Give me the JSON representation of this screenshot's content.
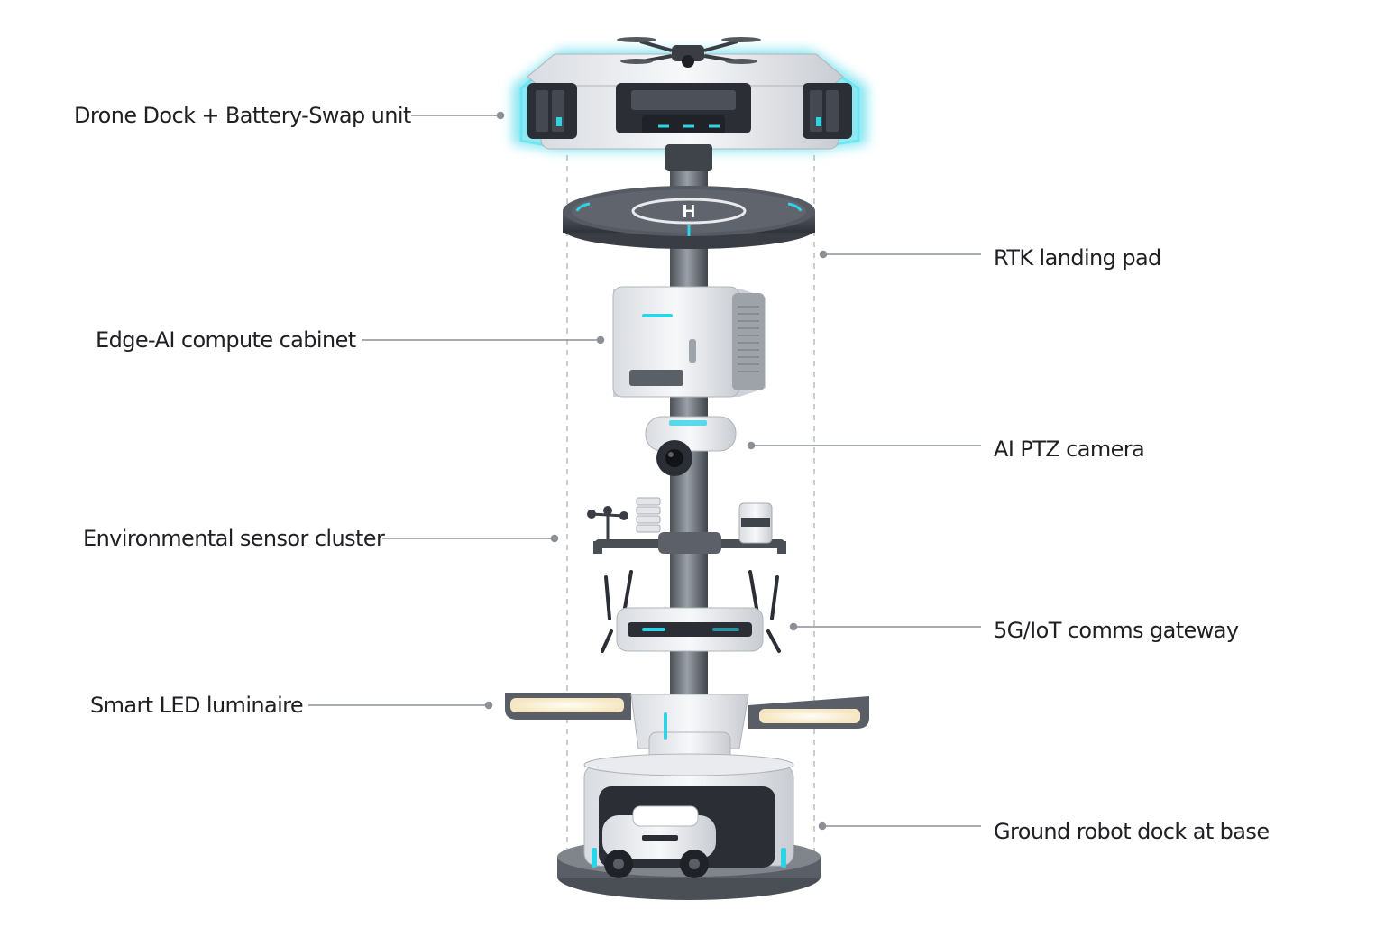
{
  "labels": {
    "drone_dock": "Drone Dock + Battery-Swap unit",
    "landing_pad": "RTK landing pad",
    "compute_cabinet": "Edge-AI compute cabinet",
    "ptz_camera": "AI PTZ camera",
    "sensor_cluster": "Environmental sensor cluster",
    "comms_gateway": "5G/IoT comms gateway",
    "led_luminaire": "Smart LED luminaire",
    "robot_dock": "Ground robot dock at base"
  },
  "pad_marking": "H",
  "colors": {
    "accent_glow": "#2fd3e6",
    "body_white": "#eef0f3",
    "pole_gray": "#6b6f76",
    "dark": "#2b2e34",
    "leader_line": "#8c8f95",
    "led_warm": "#fff3d6"
  }
}
